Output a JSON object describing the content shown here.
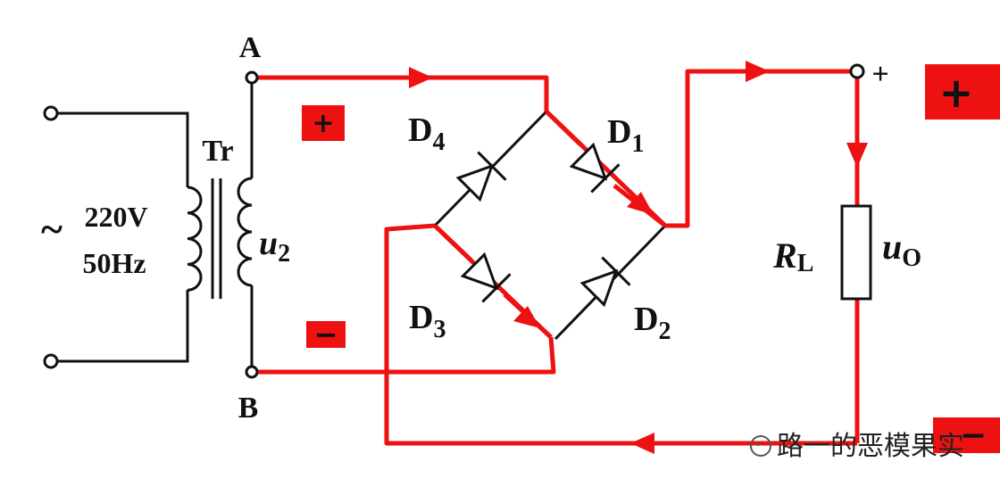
{
  "diagram": {
    "node_a": "A",
    "node_b": "B",
    "transformer": "Tr",
    "input_tilde": "~",
    "input_voltage": "220V",
    "input_freq": "50Hz",
    "secondary_voltage": {
      "main": "u",
      "sub": "2"
    },
    "diodes": {
      "d1": {
        "main": "D",
        "sub": "1"
      },
      "d2": {
        "main": "D",
        "sub": "2"
      },
      "d3": {
        "main": "D",
        "sub": "3"
      },
      "d4": {
        "main": "D",
        "sub": "4"
      }
    },
    "load": {
      "main": "R",
      "sub": "L"
    },
    "output_voltage": {
      "main": "u",
      "sub": "O"
    },
    "output_plus": "+",
    "plus_sign": "+",
    "minus_sign": "−",
    "right_plus_sign": "+",
    "right_minus_sign": "−",
    "watermark": "路一的恶模果实"
  },
  "colors": {
    "current_path": "#ee1111",
    "wire": "#111111",
    "sign_box": "#ee1111"
  }
}
